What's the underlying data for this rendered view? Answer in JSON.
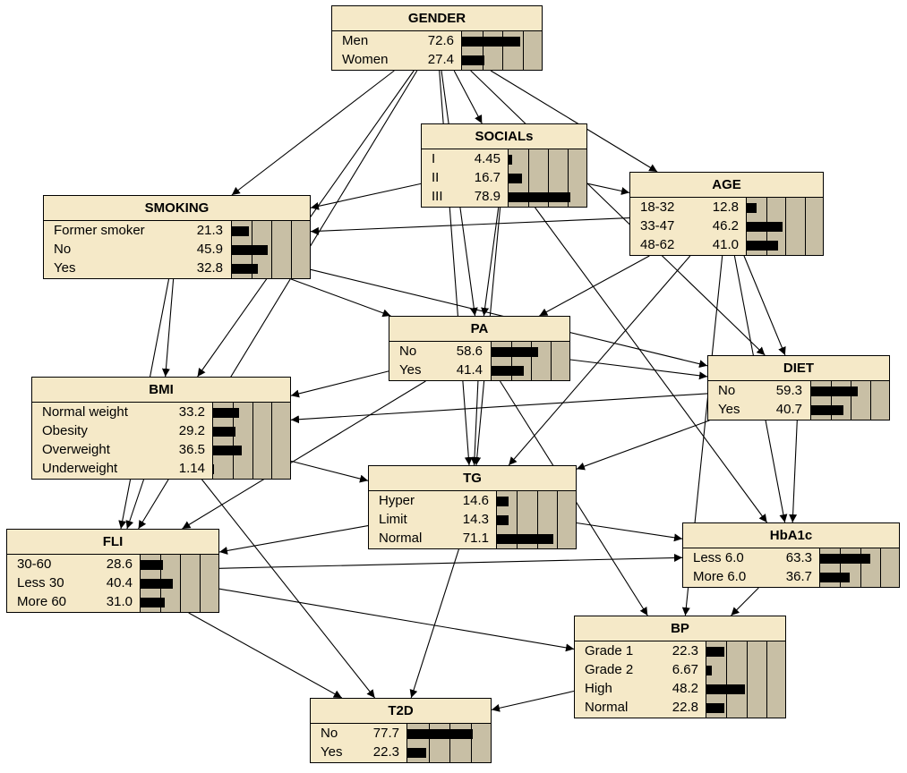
{
  "nodes": {
    "gender": {
      "title": "GENDER",
      "states": [
        {
          "label": "Men",
          "value": "72.6",
          "pct": 72.6
        },
        {
          "label": "Women",
          "value": "27.4",
          "pct": 27.4
        }
      ]
    },
    "socials": {
      "title": "SOCIALs",
      "states": [
        {
          "label": "I",
          "value": "4.45",
          "pct": 4.45
        },
        {
          "label": "II",
          "value": "16.7",
          "pct": 16.7
        },
        {
          "label": "III",
          "value": "78.9",
          "pct": 78.9
        }
      ]
    },
    "age": {
      "title": "AGE",
      "states": [
        {
          "label": "18-32",
          "value": "12.8",
          "pct": 12.8
        },
        {
          "label": "33-47",
          "value": "46.2",
          "pct": 46.2
        },
        {
          "label": "48-62",
          "value": "41.0",
          "pct": 41.0
        }
      ]
    },
    "smoking": {
      "title": "SMOKING",
      "states": [
        {
          "label": "Former smoker",
          "value": "21.3",
          "pct": 21.3
        },
        {
          "label": "No",
          "value": "45.9",
          "pct": 45.9
        },
        {
          "label": "Yes",
          "value": "32.8",
          "pct": 32.8
        }
      ]
    },
    "pa": {
      "title": "PA",
      "states": [
        {
          "label": "No",
          "value": "58.6",
          "pct": 58.6
        },
        {
          "label": "Yes",
          "value": "41.4",
          "pct": 41.4
        }
      ]
    },
    "diet": {
      "title": "DIET",
      "states": [
        {
          "label": "No",
          "value": "59.3",
          "pct": 59.3
        },
        {
          "label": "Yes",
          "value": "40.7",
          "pct": 40.7
        }
      ]
    },
    "bmi": {
      "title": "BMI",
      "states": [
        {
          "label": "Normal weight",
          "value": "33.2",
          "pct": 33.2
        },
        {
          "label": "Obesity",
          "value": "29.2",
          "pct": 29.2
        },
        {
          "label": "Overweight",
          "value": "36.5",
          "pct": 36.5
        },
        {
          "label": "Underweight",
          "value": "1.14",
          "pct": 1.14
        }
      ]
    },
    "tg": {
      "title": "TG",
      "states": [
        {
          "label": "Hyper",
          "value": "14.6",
          "pct": 14.6
        },
        {
          "label": "Limit",
          "value": "14.3",
          "pct": 14.3
        },
        {
          "label": "Normal",
          "value": "71.1",
          "pct": 71.1
        }
      ]
    },
    "fli": {
      "title": "FLI",
      "states": [
        {
          "label": "30-60",
          "value": "28.6",
          "pct": 28.6
        },
        {
          "label": "Less 30",
          "value": "40.4",
          "pct": 40.4
        },
        {
          "label": "More 60",
          "value": "31.0",
          "pct": 31.0
        }
      ]
    },
    "hba1c": {
      "title": "HbA1c",
      "states": [
        {
          "label": "Less 6.0",
          "value": "63.3",
          "pct": 63.3
        },
        {
          "label": "More 6.0",
          "value": "36.7",
          "pct": 36.7
        }
      ]
    },
    "bp": {
      "title": "BP",
      "states": [
        {
          "label": "Grade 1",
          "value": "22.3",
          "pct": 22.3
        },
        {
          "label": "Grade 2",
          "value": "6.67",
          "pct": 6.67
        },
        {
          "label": "High",
          "value": "48.2",
          "pct": 48.2
        },
        {
          "label": "Normal",
          "value": "22.8",
          "pct": 22.8
        }
      ]
    },
    "t2d": {
      "title": "T2D",
      "states": [
        {
          "label": "No",
          "value": "77.7",
          "pct": 77.7
        },
        {
          "label": "Yes",
          "value": "22.3",
          "pct": 22.3
        }
      ]
    }
  },
  "edges": [
    [
      "gender",
      "smoking"
    ],
    [
      "gender",
      "socials"
    ],
    [
      "gender",
      "age"
    ],
    [
      "gender",
      "pa"
    ],
    [
      "gender",
      "bmi"
    ],
    [
      "gender",
      "fli"
    ],
    [
      "gender",
      "tg"
    ],
    [
      "gender",
      "diet"
    ],
    [
      "socials",
      "smoking"
    ],
    [
      "socials",
      "age"
    ],
    [
      "socials",
      "pa"
    ],
    [
      "socials",
      "tg"
    ],
    [
      "socials",
      "hba1c"
    ],
    [
      "age",
      "smoking"
    ],
    [
      "age",
      "pa"
    ],
    [
      "age",
      "diet"
    ],
    [
      "age",
      "hba1c"
    ],
    [
      "age",
      "bp"
    ],
    [
      "age",
      "tg"
    ],
    [
      "smoking",
      "bmi"
    ],
    [
      "smoking",
      "pa"
    ],
    [
      "smoking",
      "fli"
    ],
    [
      "smoking",
      "diet"
    ],
    [
      "pa",
      "bmi"
    ],
    [
      "pa",
      "tg"
    ],
    [
      "pa",
      "diet"
    ],
    [
      "pa",
      "bp"
    ],
    [
      "pa",
      "fli"
    ],
    [
      "diet",
      "bmi"
    ],
    [
      "diet",
      "tg"
    ],
    [
      "diet",
      "hba1c"
    ],
    [
      "bmi",
      "tg"
    ],
    [
      "bmi",
      "fli"
    ],
    [
      "bmi",
      "t2d"
    ],
    [
      "tg",
      "fli"
    ],
    [
      "tg",
      "hba1c"
    ],
    [
      "tg",
      "t2d"
    ],
    [
      "fli",
      "hba1c"
    ],
    [
      "fli",
      "bp"
    ],
    [
      "fli",
      "t2d"
    ],
    [
      "hba1c",
      "bp"
    ],
    [
      "bp",
      "t2d"
    ]
  ]
}
